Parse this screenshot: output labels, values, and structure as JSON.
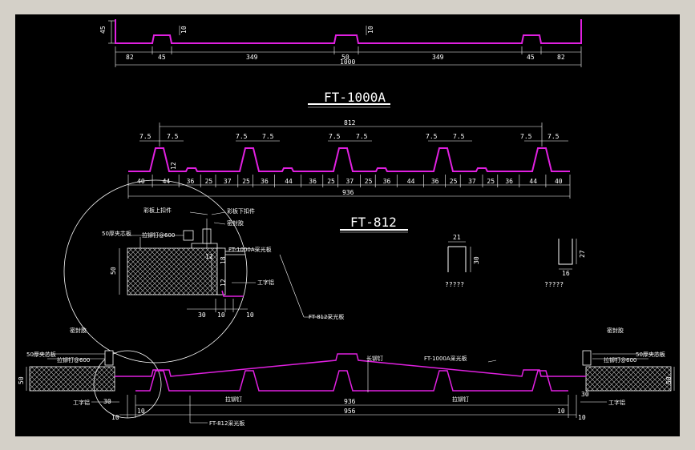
{
  "colors": {
    "background": "#000000",
    "frame": "#d4d0c8",
    "profile": "#e020e0",
    "dimension": "#ffffff"
  },
  "titles": {
    "top": "FT-1000A",
    "middle": "FT-812"
  },
  "top_profile": {
    "height": "45",
    "rib_height": "10",
    "rib_height_2": "10",
    "dims": [
      "82",
      "45",
      "349",
      "50",
      "349",
      "45",
      "82"
    ],
    "total": "1000"
  },
  "mid_profile": {
    "top_span": "812",
    "rib_top": [
      "7.5",
      "7.5",
      "7.5",
      "7.5",
      "7.5",
      "7.5",
      "7.5",
      "7.5",
      "7.5",
      "7.5"
    ],
    "rib_small": "12",
    "dims": [
      "40",
      "44",
      "36",
      "25",
      "37",
      "25",
      "36",
      "44",
      "36",
      "25",
      "37",
      "25",
      "36",
      "44",
      "36",
      "25",
      "37",
      "25",
      "36",
      "44",
      "40"
    ],
    "total": "936"
  },
  "detail": {
    "labels": {
      "upper_fixture": "彩板上扣件",
      "lower_fixture": "彩板下扣件",
      "sealant": "密封胶",
      "core": "50厚夹芯板",
      "rivet": "拉铆钉@600",
      "panel_1000a": "FT-1000A采光板",
      "beam": "工字铝",
      "panel_812": "FT-812采光板"
    },
    "dims": {
      "h50": "50",
      "d12a": "12",
      "d18": "18",
      "d12b": "12",
      "d30": "30",
      "d10a": "10",
      "d10b": "10"
    }
  },
  "channels": {
    "c1": {
      "w": "21",
      "h": "30",
      "caption": "?????"
    },
    "c2": {
      "w": "16",
      "h": "27",
      "caption": "?????"
    }
  },
  "assembly": {
    "labels": {
      "sealant_l": "密封胶",
      "core_l": "50厚夹芯板",
      "rivet_l": "拉铆钉@600",
      "beam_l": "工字铝",
      "sealant_r": "密封胶",
      "core_r": "50厚夹芯板",
      "rivet_r": "拉铆钉@600",
      "beam_r": "工字铝",
      "long_rivet": "长铆钉",
      "panel_1000a": "FT-1000A采光板",
      "rivet_lower_1": "拉铆钉",
      "rivet_lower_2": "拉铆钉",
      "panel_812": "FT-812采光板"
    },
    "dims": {
      "h50_l": "50",
      "h50_r": "50",
      "d30_l": "30",
      "d10_l": "10",
      "d10_l2": "10",
      "d936": "936",
      "d956": "956",
      "d30_r": "30",
      "d10_r": "10",
      "d10_r2": "10"
    }
  }
}
